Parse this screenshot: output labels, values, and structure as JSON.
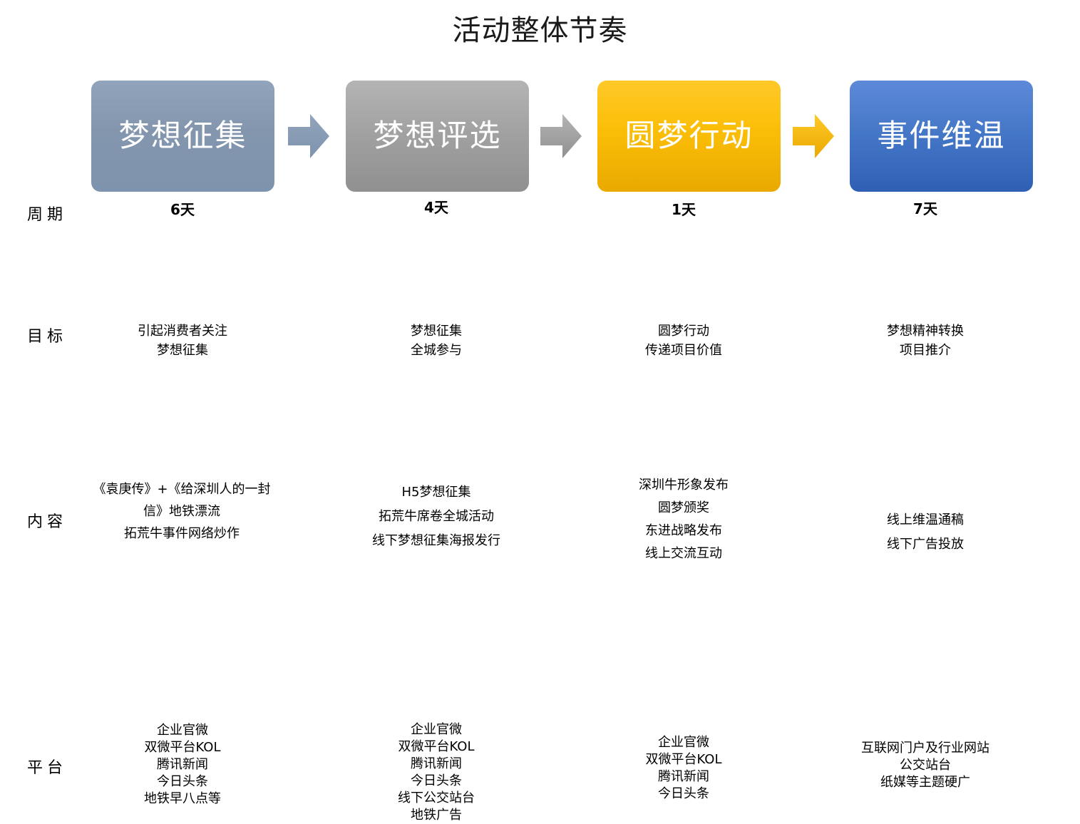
{
  "title": "活动整体节奏",
  "stages": [
    {
      "name": "stage-1",
      "label": "梦想征集",
      "color": "#8396ae"
    },
    {
      "name": "stage-2",
      "label": "梦想评选",
      "color": "#a2a2a2"
    },
    {
      "name": "stage-3",
      "label": "圆梦行动",
      "color": "#fbbe07"
    },
    {
      "name": "stage-4",
      "label": "事件维温",
      "color": "#4678c8"
    }
  ],
  "arrows": [
    {
      "name": "arrow-1",
      "color": "#8396ae"
    },
    {
      "name": "arrow-2",
      "color": "#a2a2a2"
    },
    {
      "name": "arrow-3",
      "color": "#fbbe07"
    }
  ],
  "rows": {
    "period": {
      "label": "周期",
      "values": [
        "6天",
        "4天",
        "1天",
        "7天"
      ]
    },
    "goal": {
      "label": "目标",
      "columns": [
        [
          "引起消费者关注",
          "梦想征集"
        ],
        [
          "梦想征集",
          "全城参与"
        ],
        [
          "圆梦行动",
          "传递项目价值"
        ],
        [
          "梦想精神转换",
          "项目推介"
        ]
      ]
    },
    "content": {
      "label": "内容",
      "columns": [
        [
          "《袁庚传》+《给深圳人的一封信》地铁漂流",
          "拓荒牛事件网络炒作"
        ],
        [
          "H5梦想征集",
          "拓荒牛席卷全城活动",
          "线下梦想征集海报发行"
        ],
        [
          "深圳牛形象发布",
          "圆梦颁奖",
          "东进战略发布",
          "线上交流互动"
        ],
        [
          "线上维温通稿",
          "线下广告投放"
        ]
      ]
    },
    "platform": {
      "label": "平台",
      "columns": [
        [
          "企业官微",
          "双微平台KOL",
          "腾讯新闻",
          "今日头条",
          "地铁早八点等"
        ],
        [
          "企业官微",
          "双微平台KOL",
          "腾讯新闻",
          "今日头条",
          "线下公交站台",
          "地铁广告"
        ],
        [
          "企业官微",
          "双微平台KOL",
          "腾讯新闻",
          "今日头条"
        ],
        [
          "互联网门户及行业网站",
          "公交站台",
          "纸媒等主题硬广"
        ]
      ]
    }
  }
}
